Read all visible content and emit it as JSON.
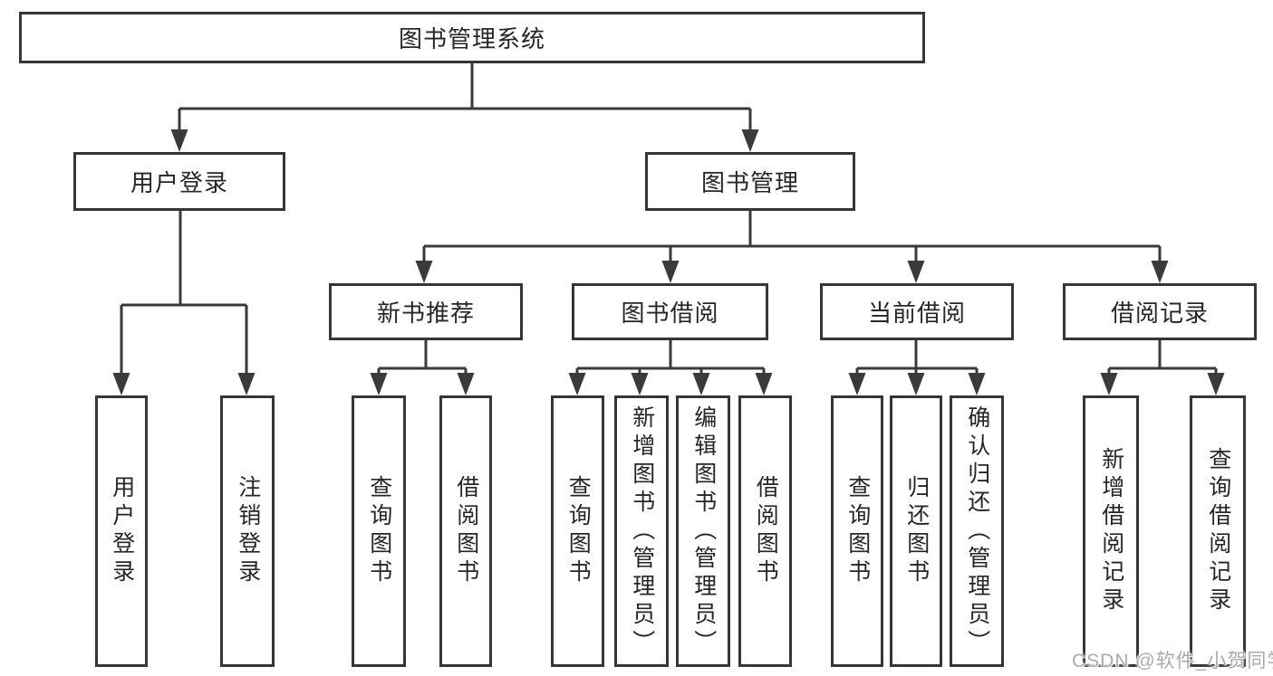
{
  "diagram": {
    "title_node": {
      "label": "图书管理系统"
    },
    "level2": [
      {
        "label": "用户登录"
      },
      {
        "label": "图书管理"
      }
    ],
    "level3": [
      {
        "label": "新书推荐",
        "parent": "图书管理"
      },
      {
        "label": "图书借阅",
        "parent": "图书管理"
      },
      {
        "label": "当前借阅",
        "parent": "图书管理"
      },
      {
        "label": "借阅记录",
        "parent": "图书管理"
      }
    ],
    "leaves": [
      {
        "label": "用户登录",
        "parent": "用户登录"
      },
      {
        "label": "注销登录",
        "parent": "用户登录"
      },
      {
        "label": "查询图书",
        "parent": "新书推荐"
      },
      {
        "label": "借阅图书",
        "parent": "新书推荐"
      },
      {
        "label": "查询图书",
        "parent": "图书借阅"
      },
      {
        "label": "新增图书（管理员）",
        "parent": "图书借阅"
      },
      {
        "label": "编辑图书（管理员）",
        "parent": "图书借阅"
      },
      {
        "label": "借阅图书",
        "parent": "图书借阅"
      },
      {
        "label": "查询图书",
        "parent": "当前借阅"
      },
      {
        "label": "归还图书",
        "parent": "当前借阅"
      },
      {
        "label": "确认归还（管理员）",
        "parent": "当前借阅"
      },
      {
        "label": "新增借阅记录",
        "parent": "借阅记录"
      },
      {
        "label": "查询借阅记录",
        "parent": "借阅记录"
      }
    ],
    "colors": {
      "line": "#3a3a3a",
      "box_border": "#363636",
      "text": "#262626",
      "watermark": "#aaaaaa",
      "background": "#ffffff"
    }
  },
  "watermark": {
    "text": "CSDN @软件_小贺同学"
  }
}
